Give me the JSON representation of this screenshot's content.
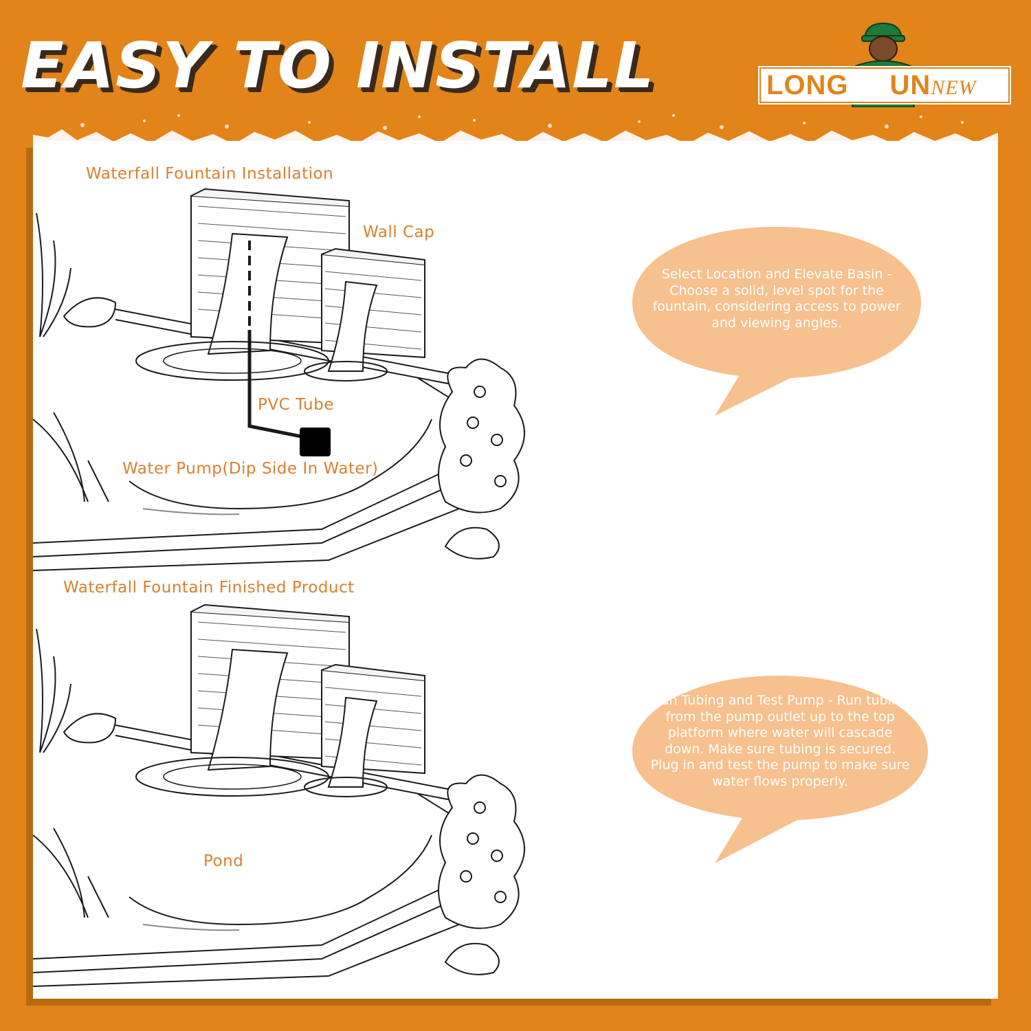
{
  "header": {
    "headline": "EASY TO INSTALL",
    "logo": {
      "part1": "LONG",
      "part2": "UN",
      "suffix": "NEW",
      "badge": "NEW"
    }
  },
  "installation": {
    "title": "Waterfall Fountain Installation",
    "labels": {
      "wall_cap": "Wall Cap",
      "pvc_tube": "PVC Tube",
      "water_pump": "Water Pump(Dip Side In Water)"
    },
    "callout": "Select Location and Elevate Basin - Choose a solid, level spot for the fountain, considering access to power and viewing angles."
  },
  "finished": {
    "title": "Waterfall Fountain Finished Product",
    "labels": {
      "pond": "Pond"
    },
    "callout": "Run Tubing and Test Pump - Run tubing from the pump outlet up to the top platform where water will cascade down. Make sure tubing is secured. Plug in and test the pump to make sure water flows properly."
  },
  "colors": {
    "background": "#E2841A",
    "label_text": "#D9802F",
    "bubble_fill": "#F6C08F",
    "line_art": "#1A1A1A"
  }
}
